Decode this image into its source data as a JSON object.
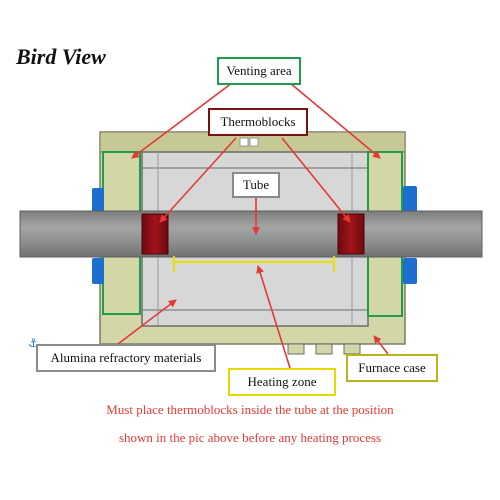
{
  "title": "Bird View",
  "callouts": {
    "venting_area": "Venting area",
    "thermoblocks": "Thermoblocks",
    "tube": "Tube",
    "alumina": "Alumina refractory materials",
    "heating_zone": "Heating zone",
    "furnace_case": "Furnace case"
  },
  "note": {
    "line1": "Must place thermoblocks inside the tube at the position",
    "line2": "shown in the pic above before any heating process"
  },
  "colors": {
    "arrow": "#e53935",
    "green_box": "#1e9e4a",
    "dark_red_box": "#7b1010",
    "gray_box": "#8a8a8a",
    "yellow_box": "#e8d800",
    "olive_box": "#b7b41b",
    "case_fill": "#d3d6a6",
    "tube_fill": "#8f9090",
    "thermoblock": "#8b0d14",
    "flange_blue": "#1c6fd1"
  }
}
